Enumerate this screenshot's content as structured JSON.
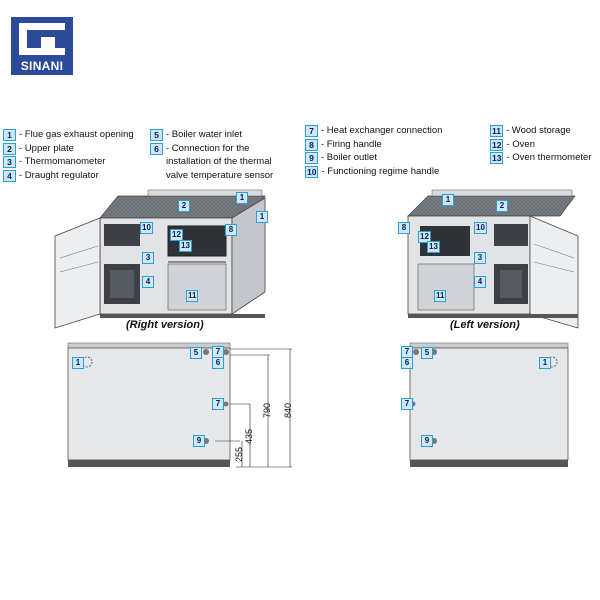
{
  "logo": {
    "text": "SINANI"
  },
  "legend": [
    {
      "n": "1",
      "t": "- Flue gas exhaust opening"
    },
    {
      "n": "2",
      "t": "- Upper plate"
    },
    {
      "n": "3",
      "t": "- Thermomanometer"
    },
    {
      "n": "4",
      "t": "- Draught regulator"
    },
    {
      "n": "5",
      "t": "- Boiler water inlet"
    },
    {
      "n": "6",
      "t": "- Connection for the\ninstallation of the thermal\nvalve temperature sensor"
    },
    {
      "n": "7",
      "t": "- Heat exchanger connection"
    },
    {
      "n": "8",
      "t": "- Firing handle"
    },
    {
      "n": "9",
      "t": "- Boiler outlet"
    },
    {
      "n": "10",
      "t": "- Functioning regime handle"
    },
    {
      "n": "11",
      "t": "- Wood storage"
    },
    {
      "n": "12",
      "t": "- Oven"
    },
    {
      "n": "13",
      "t": "- Oven thermometer"
    }
  ],
  "captions": {
    "right": "(Right version)",
    "left": "(Left version)"
  },
  "dimensions": {
    "d840": "840",
    "d790": "790",
    "d435": "435",
    "d255": "255"
  }
}
